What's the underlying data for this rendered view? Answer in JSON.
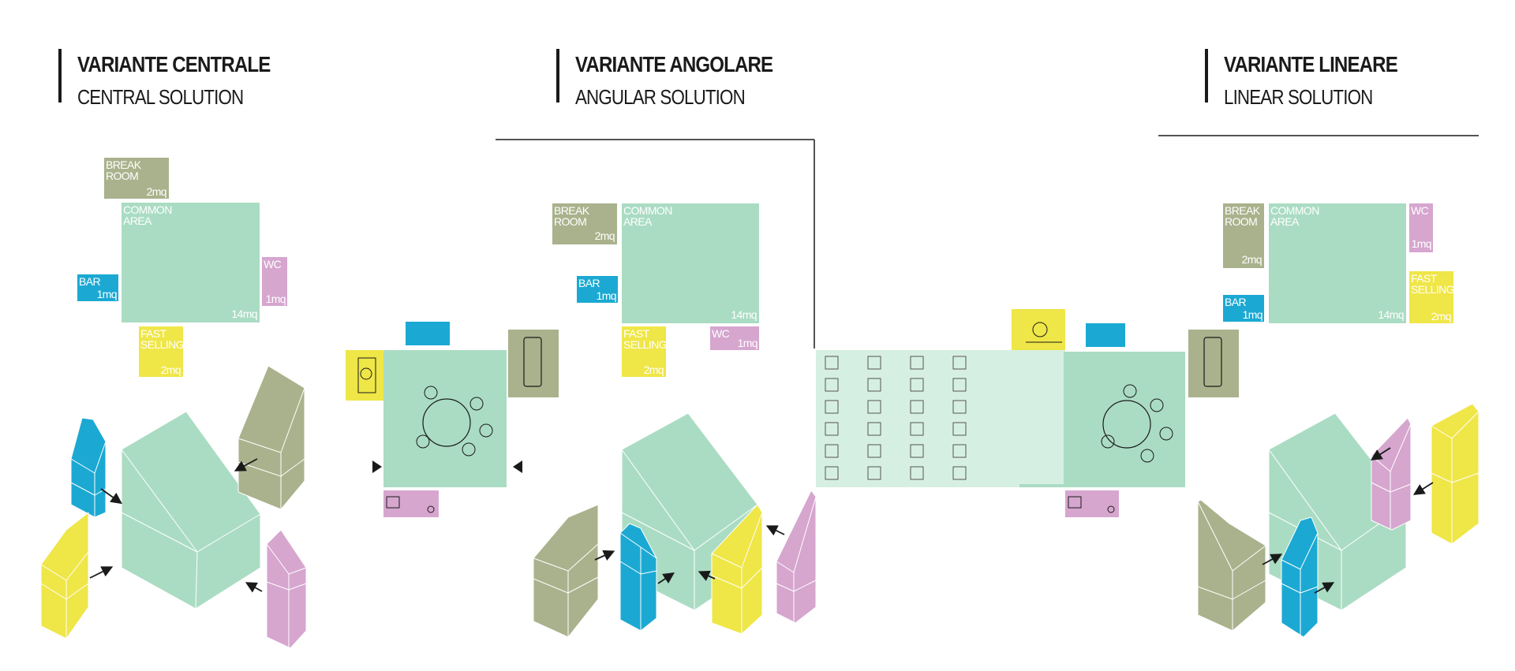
{
  "headers": [
    {
      "title": "VARIANTE CENTRALE",
      "subtitle": "CENTRAL SOLUTION"
    },
    {
      "title": "VARIANTE ANGOLARE",
      "subtitle": "ANGULAR SOLUTION"
    },
    {
      "title": "VARIANTE LINEARE",
      "subtitle": "LINEAR SOLUTION"
    }
  ],
  "labels": {
    "break_room": [
      "BREAK",
      "ROOM"
    ],
    "common_area": [
      "COMMON",
      "AREA"
    ],
    "bar": "BAR",
    "wc": "WC",
    "fast_selling": [
      "FAST",
      "SELLING"
    ],
    "area_2mq": "2mq",
    "area_1mq": "1mq",
    "area_14mq": "14mq"
  },
  "colors": {
    "common_area": "#aadcc3",
    "break_room": "#a9b28c",
    "bar": "#1ba9d3",
    "wc": "#d6a6cf",
    "fast_selling": "#efe647",
    "ink": "#1a1a1a"
  },
  "icons": [
    "arrow-icon",
    "round-table-icon",
    "chair-icon",
    "desk-icon",
    "triangle-marker-icon"
  ]
}
